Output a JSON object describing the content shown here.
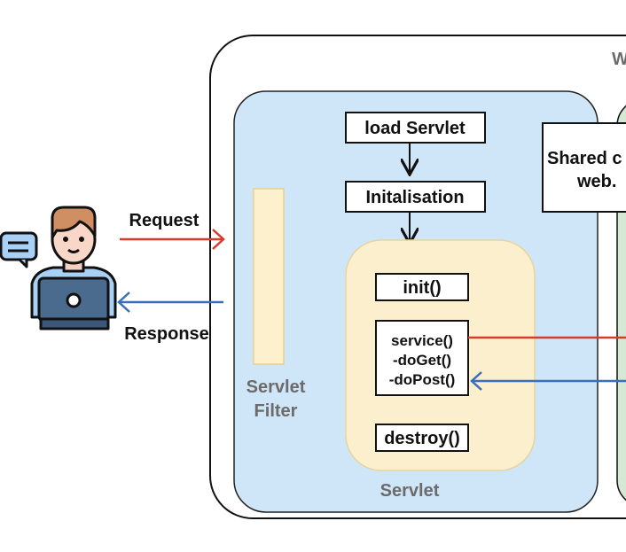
{
  "container": {
    "label": "W"
  },
  "shared": {
    "line1": "Shared c",
    "line2": "web."
  },
  "client": {
    "request_label": "Request",
    "response_label": "Response",
    "icon": "user-laptop-icon"
  },
  "filter": {
    "line1": "Servlet",
    "line2": "Filter"
  },
  "lifecycle": {
    "load": "load Servlet",
    "initialisation": "Initalisation",
    "servlet_label": "Servlet",
    "init": "init()",
    "service": [
      "service()",
      "-doGet()",
      "-doPost()"
    ],
    "destroy": "destroy()"
  },
  "colors": {
    "request": "#d93a2b",
    "response": "#3b6fba",
    "servlet_container": "#cfe5f8",
    "servlet": "#fbefcd",
    "green_panel": "#d5e8d4"
  }
}
